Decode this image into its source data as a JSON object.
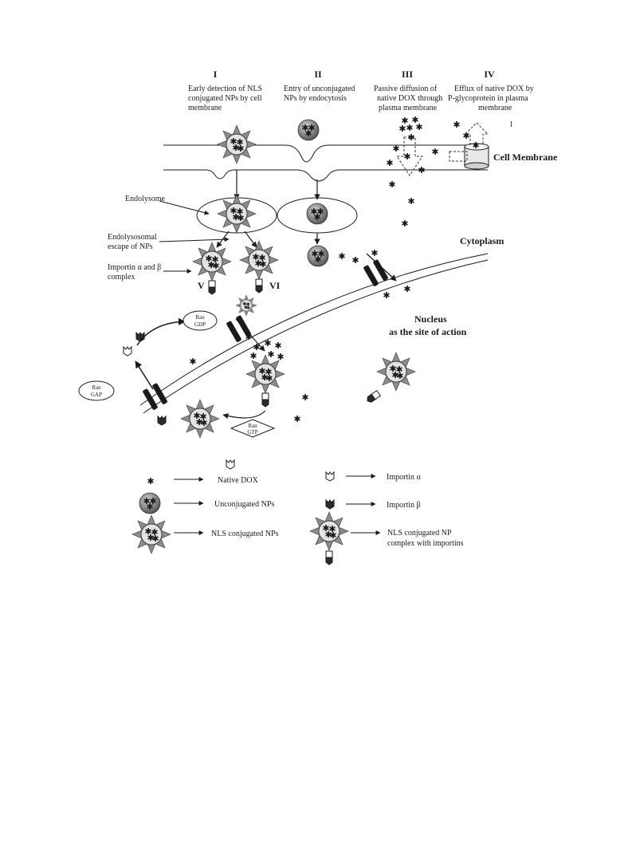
{
  "stages": [
    {
      "numeral": "I",
      "lines": [
        "Early detection of NLS",
        "conjugated NPs by cell",
        "membrane"
      ]
    },
    {
      "numeral": "II",
      "lines": [
        "Entry of unconjugated",
        "NPs by endocytosis"
      ]
    },
    {
      "numeral": "III",
      "lines": [
        "Passive diffusion of",
        "native DOX through",
        "plasma membrane"
      ]
    },
    {
      "numeral": "IV",
      "lines": [
        "Efflux of native DOX by",
        "P-glycoprotein in plasma",
        "membrane"
      ]
    }
  ],
  "labels": {
    "cell_membrane": "Cell Membrane",
    "endolysosome": "Endolysome",
    "endolysosomal_escape": [
      "Endolysosomal",
      "escape of NPs"
    ],
    "importin_complex": [
      "Importin α and β",
      "complex"
    ],
    "numeral_v": "V",
    "numeral_vi": "VI",
    "cytoplasm": "Cytoplasm",
    "nucleus": [
      "Nucleus",
      "as the site of action"
    ],
    "ran_gdp": [
      "Ran",
      "GDP"
    ],
    "ran_gap": [
      "Ran",
      "GAP"
    ],
    "ran_gtp": [
      "Ran",
      "GTP"
    ],
    "stray_mark": "l"
  },
  "legend": [
    {
      "symbol": "dox",
      "label": [
        "Native DOX"
      ]
    },
    {
      "symbol": "unconj",
      "label": [
        "Unconjugated NPs"
      ]
    },
    {
      "symbol": "nls",
      "label": [
        "NLS conjugated NPs"
      ]
    },
    {
      "symbol": "importin-a",
      "label": [
        "Importin α"
      ]
    },
    {
      "symbol": "importin-b",
      "label": [
        "Importin β"
      ]
    },
    {
      "symbol": "complex",
      "label": [
        "NLS conjugated NP",
        "complex with importins"
      ]
    }
  ],
  "colors": {
    "ink": "#1a1a1a",
    "np_fill": "#d9d9d9",
    "spike_fill": "#8c8c8c",
    "unconj_light": "#bdbdbd",
    "unconj_dark": "#555555"
  }
}
